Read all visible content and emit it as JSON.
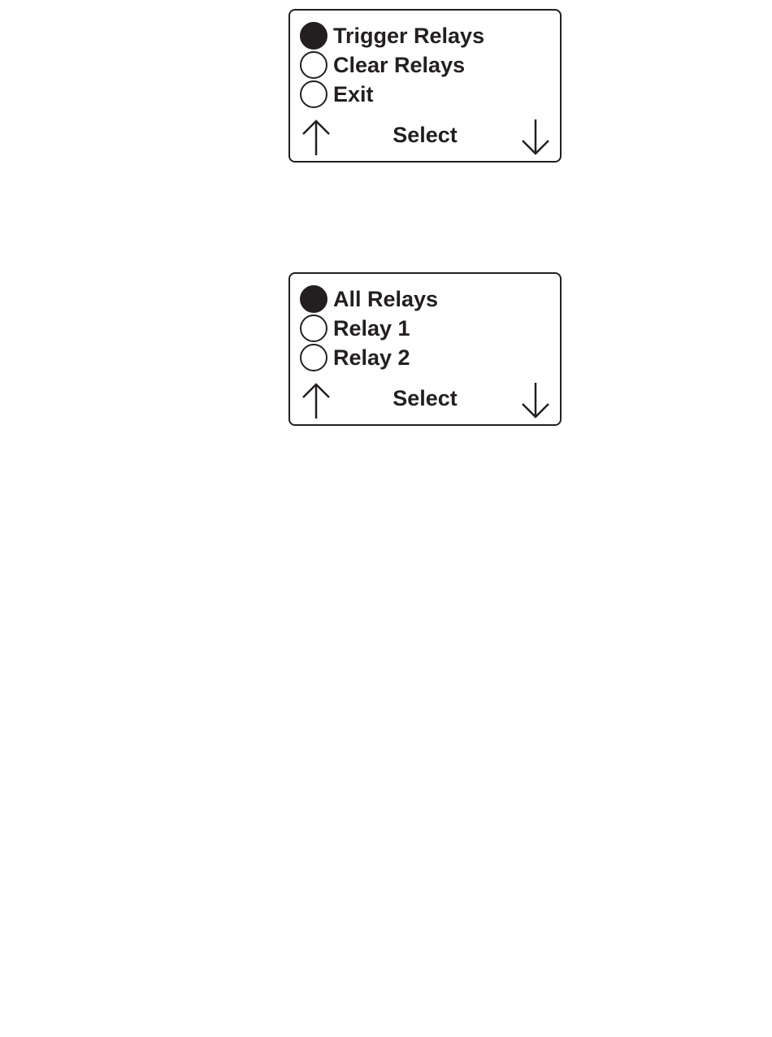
{
  "colors": {
    "ink": "#231f20",
    "background": "#ffffff"
  },
  "screens": [
    {
      "items": [
        {
          "label": "Trigger Relays",
          "selected": true
        },
        {
          "label": "Clear Relays",
          "selected": false
        },
        {
          "label": "Exit",
          "selected": false
        }
      ],
      "softkeys": {
        "up_icon": "arrow-up-icon",
        "center_label": "Select",
        "down_icon": "arrow-down-icon"
      }
    },
    {
      "items": [
        {
          "label": "All Relays",
          "selected": true
        },
        {
          "label": "Relay 1",
          "selected": false
        },
        {
          "label": "Relay 2",
          "selected": false
        }
      ],
      "softkeys": {
        "up_icon": "arrow-up-icon",
        "center_label": "Select",
        "down_icon": "arrow-down-icon"
      }
    }
  ]
}
